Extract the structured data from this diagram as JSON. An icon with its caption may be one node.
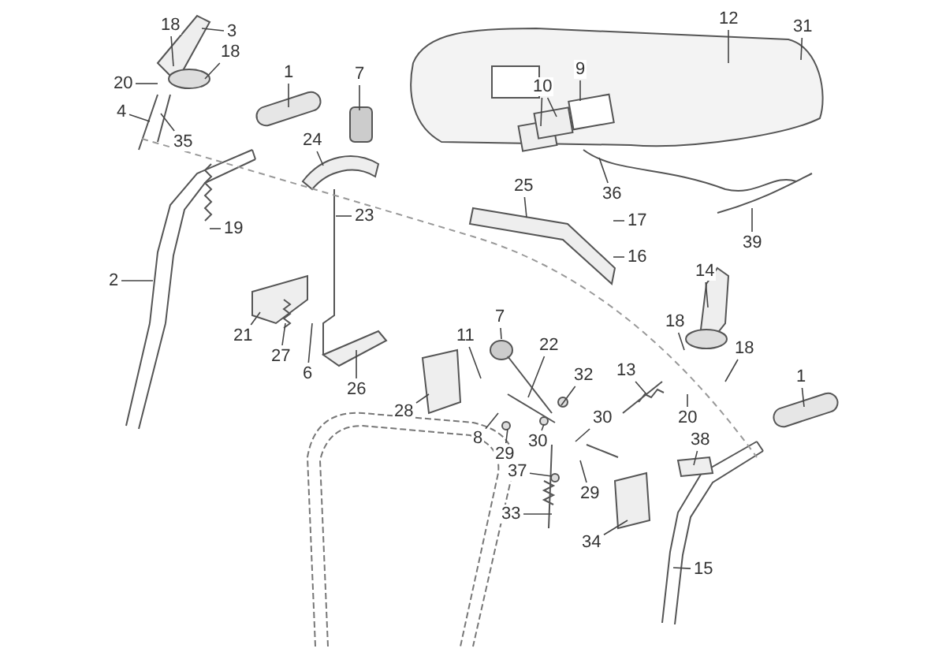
{
  "diagram": {
    "nodes": [
      {
        "text": [
          "18"
        ]
      },
      {
        "text": [
          "3"
        ]
      },
      {
        "text": [
          "12"
        ]
      },
      {
        "text": [
          "31"
        ]
      },
      {
        "text": [
          "18"
        ]
      },
      {
        "text": [
          "20"
        ]
      },
      {
        "text": [
          "1"
        ]
      },
      {
        "text": [
          "7"
        ]
      },
      {
        "text": [
          "9"
        ]
      },
      {
        "text": [
          "10"
        ]
      },
      {
        "text": [
          "4"
        ]
      },
      {
        "text": [
          "35"
        ]
      },
      {
        "text": [
          "24"
        ]
      },
      {
        "text": [
          "25"
        ]
      },
      {
        "text": [
          "36"
        ]
      },
      {
        "text": [
          "17"
        ]
      },
      {
        "text": [
          "23"
        ]
      },
      {
        "text": [
          "19"
        ]
      },
      {
        "text": [
          "16"
        ]
      },
      {
        "text": [
          "39"
        ]
      },
      {
        "text": [
          "2"
        ]
      },
      {
        "text": [
          "14"
        ]
      },
      {
        "text": [
          "7"
        ]
      },
      {
        "text": [
          "11"
        ]
      },
      {
        "text": [
          "22"
        ]
      },
      {
        "text": [
          "18"
        ]
      },
      {
        "text": [
          "18"
        ]
      },
      {
        "text": [
          "32"
        ]
      },
      {
        "text": [
          "13"
        ]
      },
      {
        "text": [
          "21"
        ]
      },
      {
        "text": [
          "27"
        ]
      },
      {
        "text": [
          "6"
        ]
      },
      {
        "text": [
          "26"
        ]
      },
      {
        "text": [
          "28"
        ]
      },
      {
        "text": [
          "20"
        ]
      },
      {
        "text": [
          "1"
        ]
      },
      {
        "text": [
          "30"
        ]
      },
      {
        "text": [
          "8"
        ]
      },
      {
        "text": [
          "38"
        ]
      },
      {
        "text": [
          "29"
        ]
      },
      {
        "text": [
          "30"
        ]
      },
      {
        "text": [
          "37"
        ]
      },
      {
        "text": [
          "29"
        ]
      },
      {
        "text": [
          "33"
        ]
      },
      {
        "text": [
          "34"
        ]
      },
      {
        "text": [
          "15"
        ]
      }
    ],
    "edges": [
      {
        "from": 0,
        "to": null,
        "arrow": "none"
      },
      {
        "from": 1,
        "to": null,
        "arrow": "none"
      },
      {
        "from": 2,
        "to": null,
        "arrow": "none"
      },
      {
        "from": 3,
        "to": null,
        "arrow": "none"
      },
      {
        "from": 4,
        "to": null,
        "arrow": "none"
      },
      {
        "from": 5,
        "to": null,
        "arrow": "none"
      },
      {
        "from": 6,
        "to": null,
        "arrow": "none"
      },
      {
        "from": 7,
        "to": null,
        "arrow": "none"
      },
      {
        "from": 8,
        "to": null,
        "arrow": "none"
      },
      {
        "from": 9,
        "to": null,
        "arrow": "none"
      },
      {
        "from": 9,
        "to": null,
        "arrow": "none"
      },
      {
        "from": 10,
        "to": null,
        "arrow": "none"
      },
      {
        "from": 11,
        "to": null,
        "arrow": "none"
      },
      {
        "from": 12,
        "to": null,
        "arrow": "none"
      },
      {
        "from": 13,
        "to": null,
        "arrow": "none"
      },
      {
        "from": 14,
        "to": null,
        "arrow": "none"
      },
      {
        "from": 15,
        "to": null,
        "arrow": "none"
      },
      {
        "from": 16,
        "to": null,
        "arrow": "none"
      },
      {
        "from": 17,
        "to": null,
        "arrow": "none"
      },
      {
        "from": 18,
        "to": null,
        "arrow": "none"
      },
      {
        "from": 19,
        "to": null,
        "arrow": "none"
      },
      {
        "from": 20,
        "to": null,
        "arrow": "none"
      },
      {
        "from": 21,
        "to": null,
        "arrow": "none"
      },
      {
        "from": 22,
        "to": null,
        "arrow": "none"
      },
      {
        "from": 23,
        "to": null,
        "arrow": "none"
      },
      {
        "from": 24,
        "to": null,
        "arrow": "none"
      },
      {
        "from": 25,
        "to": null,
        "arrow": "none"
      },
      {
        "from": 26,
        "to": null,
        "arrow": "none"
      },
      {
        "from": 27,
        "to": null,
        "arrow": "none"
      },
      {
        "from": 28,
        "to": null,
        "arrow": "none"
      },
      {
        "from": 29,
        "to": null,
        "arrow": "none"
      },
      {
        "from": 30,
        "to": null,
        "arrow": "none"
      },
      {
        "from": 31,
        "to": null,
        "arrow": "none"
      },
      {
        "from": 32,
        "to": null,
        "arrow": "none"
      },
      {
        "from": 33,
        "to": null,
        "arrow": "none"
      },
      {
        "from": 34,
        "to": null,
        "arrow": "none"
      },
      {
        "from": 35,
        "to": null,
        "arrow": "none"
      },
      {
        "from": 36,
        "to": null,
        "arrow": "none"
      },
      {
        "from": 37,
        "to": null,
        "arrow": "none"
      },
      {
        "from": 38,
        "to": null,
        "arrow": "none"
      },
      {
        "from": 39,
        "to": null,
        "arrow": "none"
      },
      {
        "from": 40,
        "to": null,
        "arrow": "none"
      },
      {
        "from": 41,
        "to": null,
        "arrow": "none"
      },
      {
        "from": 42,
        "to": null,
        "arrow": "none"
      },
      {
        "from": 43,
        "to": null,
        "arrow": "none"
      },
      {
        "from": 44,
        "to": null,
        "arrow": "none"
      },
      {
        "from": 45,
        "to": null,
        "arrow": "none"
      }
    ]
  }
}
